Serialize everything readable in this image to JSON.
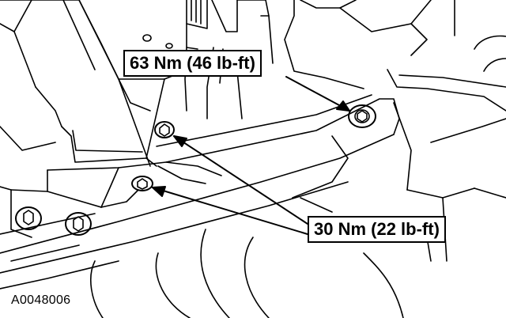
{
  "callouts": {
    "upper_torque": "63 Nm (46 lb-ft)",
    "lower_torque": "30 Nm (22 lb-ft)"
  },
  "figure_id": "A0048006",
  "colors": {
    "line": "#000000",
    "background": "#ffffff"
  }
}
